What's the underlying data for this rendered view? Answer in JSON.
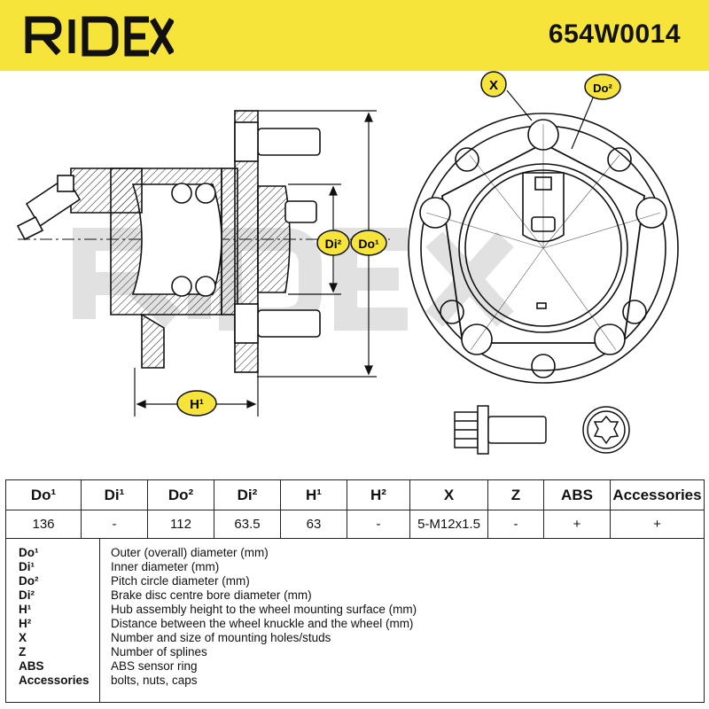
{
  "header": {
    "brand": "RIDEX",
    "part_number": "654W0014",
    "background_color": "#f6e43a"
  },
  "drawing": {
    "labels": {
      "h1": "H¹",
      "di2": "Di²",
      "do1": "Do¹",
      "x": "X",
      "do2": "Do²"
    },
    "watermark": "RIDEX"
  },
  "spec_table": {
    "headers": [
      "Do¹",
      "Di¹",
      "Do²",
      "Di²",
      "H¹",
      "H²",
      "X",
      "Z",
      "ABS",
      "Accessories"
    ],
    "values": [
      "136",
      "-",
      "112",
      "63.5",
      "63",
      "-",
      "5-M12x1.5",
      "-",
      "+",
      "+"
    ]
  },
  "legend": [
    {
      "code": "Do¹",
      "description": "Outer (overall) diameter (mm)"
    },
    {
      "code": "Di¹",
      "description": "Inner diameter (mm)"
    },
    {
      "code": "Do²",
      "description": "Pitch circle diameter (mm)"
    },
    {
      "code": "Di²",
      "description": "Brake disc centre bore diameter (mm)"
    },
    {
      "code": "H¹",
      "description": "Hub assembly height to the wheel mounting surface (mm)"
    },
    {
      "code": "H²",
      "description": "Distance between the wheel knuckle and the wheel (mm)"
    },
    {
      "code": "X",
      "description": "Number and size of mounting holes/studs"
    },
    {
      "code": "Z",
      "description": "Number of splines"
    },
    {
      "code": "ABS",
      "description": "ABS sensor ring"
    },
    {
      "code": "Accessories",
      "description": "bolts, nuts, caps"
    }
  ]
}
